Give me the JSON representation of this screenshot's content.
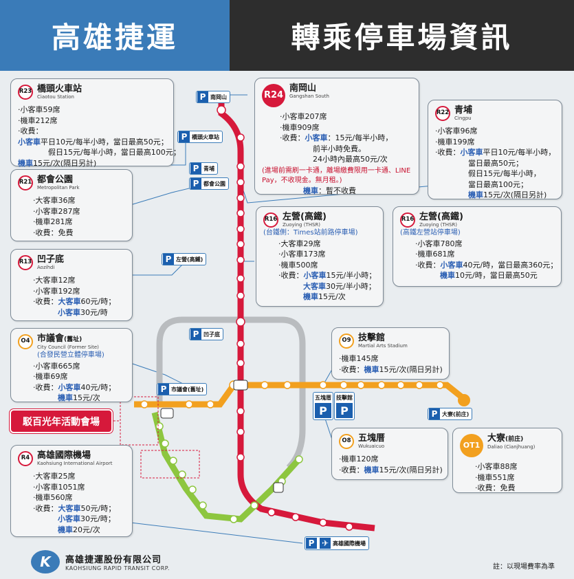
{
  "header": {
    "left_title": "高雄捷運",
    "right_title": "轉乘停車場資訊"
  },
  "colors": {
    "red_line": "#d6193b",
    "orange_line": "#f2a01f",
    "circular_line": "#8dc63f",
    "parking_blue": "#1b5fae",
    "header_blue": "#3a7bb8",
    "header_dark": "#2d2d2d"
  },
  "cards": {
    "r23": {
      "code": "R23",
      "name": "橋頭火車站",
      "en": "Ciaotou Station",
      "lines": [
        "‧小客車59席",
        "‧機車212席",
        "‧收費："
      ],
      "fee1_car": "小客車",
      "fee1_text": "平日10元/每半小時，當日最高50元；",
      "fee2_text": "假日15元/每半小時，當日最高100元；",
      "fee3_moto": "機車",
      "fee3_text": "15元/次(隔日另計)"
    },
    "r24": {
      "code": "R24",
      "name": "南岡山",
      "en": "Gangshan South",
      "l1": "‧小客車207席",
      "l2": "‧機車909席",
      "l3_pre": "‧收費：",
      "l3_car": "小客車",
      "l3_text": "：15元/每半小時，",
      "l4": "前半小時免費。",
      "l5": "24小時內最高50元/次",
      "warn": "(進場前需刷一卡通，離場繳費限用一卡通、LINE Pay，不收現金。無月租。)",
      "moto": "機車",
      "moto_text": "：暫不收費"
    },
    "r22": {
      "code": "R22",
      "name": "青埔",
      "en": "Cingpu",
      "l1": "‧小客車96席",
      "l2": "‧機車199席",
      "l3_pre": "‧收費：",
      "l3_car": "小客車",
      "l3_text": "平日10元/每半小時，",
      "l4": "當日最高50元；",
      "l5": "假日15元/每半小時，",
      "l6": "當日最高100元；",
      "moto": "機車",
      "moto_text": "15元/次(隔日另計)"
    },
    "r21": {
      "code": "R21",
      "name": "都會公園",
      "en": "Metropolitan Park",
      "lines": [
        "‧大客車36席",
        "‧小客車287席",
        "‧機車281席",
        "‧收費：免費"
      ]
    },
    "r16a": {
      "code": "R16",
      "name": "左營(高鐵)",
      "en": "Zuoying (THSR)",
      "sub": "(台鐵側：Times站前路停車場)",
      "l1": "‧大客車29席",
      "l2": "‧小客車173席",
      "l3": "‧機車500席",
      "l4_pre": "‧收費：",
      "l4_car": "小客車",
      "l4_text": "15元/半小時；",
      "l5_bus": "大客車",
      "l5_text": "30元/半小時；",
      "l6_moto": "機車",
      "l6_text": "15元/次"
    },
    "r16b": {
      "code": "R16",
      "name": "左營(高鐵)",
      "en": "Zuoying (THSR)",
      "sub": "(高鐵左營站停車場)",
      "l1": "‧小客車780席",
      "l2": "‧機車681席",
      "l3_pre": "‧收費：",
      "l3_car": "小客車",
      "l3_text": "40元/時，當日最高360元；",
      "l4_moto": "機車",
      "l4_text": "10元/時，當日最高50元"
    },
    "r13": {
      "code": "R13",
      "name": "凹子底",
      "en": "Aozihdi",
      "l1": "‧大客車12席",
      "l2": "‧小客車192席",
      "l3_pre": "‧收費：",
      "l3_bus": "大客車",
      "l3_text": "60元/時；",
      "l4_car": "小客車",
      "l4_text": "30元/時"
    },
    "o4": {
      "code": "O4",
      "name": "市議會",
      "name_suffix": "(舊址)",
      "en": "City Council (Former Site)",
      "sub": "(合發民營立體停車場)",
      "l1": "‧小客車665席",
      "l2": "‧機車69席",
      "l3_pre": "‧收費：",
      "l3_car": "小客車",
      "l3_text": "40元/時；",
      "l4_moto": "機車",
      "l4_text": "15元/次"
    },
    "o9": {
      "code": "O9",
      "name": "技擊館",
      "en": "Martial Arts Stadium",
      "l1": "‧機車145席",
      "l2_pre": "‧收費：",
      "l2_moto": "機車",
      "l2_text": "15元/次(隔日另計)"
    },
    "o8": {
      "code": "O8",
      "name": "五塊厝",
      "en": "Wukuaicuo",
      "l1": "‧機車120席",
      "l2_pre": "‧收費：",
      "l2_moto": "機車",
      "l2_text": "15元/次(隔日另計)"
    },
    "ot1": {
      "code": "OT1",
      "name": "大寮",
      "name_suffix": "(前庄)",
      "en": "Daliao (Cianjhuang)",
      "lines": [
        "‧小客車88席",
        "‧機車551席",
        "‧收費：免費"
      ]
    },
    "r4": {
      "code": "R4",
      "name": "高雄國際機場",
      "en": "Kaohsiung International Airport",
      "l1": "‧大客車25席",
      "l2": "‧小客車1051席",
      "l3": "‧機車560席",
      "l4_pre": "‧收費：",
      "l4_bus": "大客車",
      "l4_text": "50元/時；",
      "l5_car": "小客車",
      "l5_text": "30元/時；",
      "l6_moto": "機車",
      "l6_text": "20元/次"
    }
  },
  "parking_labels": {
    "r24": "南岡山",
    "r23": "橋頭火車站",
    "r22": "青埔",
    "r21": "都會公園",
    "r16": "左營(高鐵)",
    "r13": "凹子底",
    "o4": "市議會(舊址)",
    "o8": "五塊厝",
    "o9": "技擊館",
    "ot1": "大寮(前庄)",
    "r4": "高雄國際機場"
  },
  "event_label": "駁百光年活動會場",
  "logo": {
    "name": "高雄捷運股份有限公司",
    "en": "KAOHSIUNG RAPID TRANSIT CORP.",
    "mark": "K"
  },
  "footnote": "註：以現場費率為準"
}
